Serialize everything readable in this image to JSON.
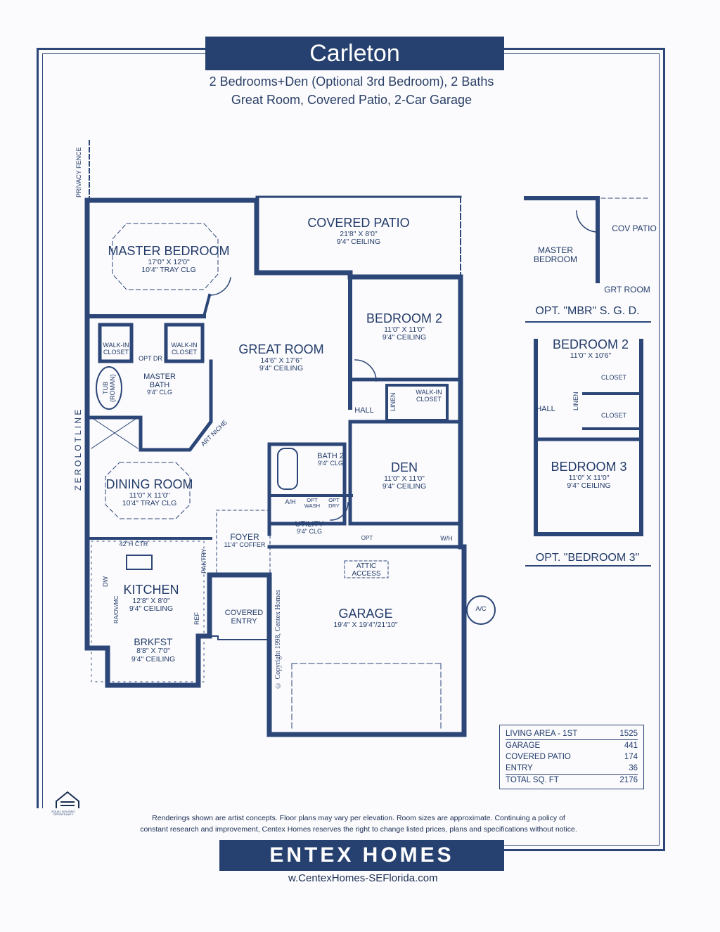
{
  "title": "Carleton",
  "subtitle_line1": "2 Bedrooms+Den (Optional 3rd Bedroom), 2 Baths",
  "subtitle_line2": "Great Room, Covered Patio, 2-Car Garage",
  "side_labels": {
    "privacy_fence": "PRIVACY FENCE",
    "zero_lot_line": "Z E R O   L O T   L I N E",
    "copyright": "© Copyright 1998, Centex Homes"
  },
  "rooms": {
    "covered_patio": {
      "name": "COVERED PATIO",
      "dim": "21'8\" X 8'0\"",
      "ceiling": "9'4\" CEILING"
    },
    "master_bedroom": {
      "name": "MASTER BEDROOM",
      "dim": "17'0\" X 12'0\"",
      "ceiling": "10'4\" TRAY CLG"
    },
    "bedroom2": {
      "name": "BEDROOM 2",
      "dim": "11'0\" X 11'0\"",
      "ceiling": "9'4\" CEILING"
    },
    "great_room": {
      "name": "GREAT ROOM",
      "dim": "14'6\" X 17'6\"",
      "ceiling": "9'4\" CEILING"
    },
    "walk_in_closet_1": "WALK-IN CLOSET",
    "walk_in_closet_2": "WALK-IN CLOSET",
    "opt_dr": "OPT DR",
    "master_bath": {
      "name": "MASTER BATH",
      "ceiling": "9'4\" CLG"
    },
    "tub": "TUB (ROMAN)",
    "art_niche": "ART NICHE",
    "hall": "HALL",
    "linen": "LINEN",
    "walk_in_closet_3": "WALK-IN CLOSET",
    "bath2": {
      "name": "BATH 2",
      "ceiling": "9'4\" CLG"
    },
    "den": {
      "name": "DEN",
      "dim": "11'0\" X 11'0\"",
      "ceiling": "9'4\" CEILING"
    },
    "dining_room": {
      "name": "DINING ROOM",
      "dim": "11'0\" X 11'0\"",
      "ceiling": "10'4\" TRAY CLG"
    },
    "ah": "A/H",
    "opt_wash": "OPT WASH",
    "opt_dry": "OPT DRY",
    "utility": {
      "name": "UTILITY",
      "ceiling": "9'4\" CLG"
    },
    "foyer": {
      "name": "FOYER",
      "ceiling": "11'4\" COFFER"
    },
    "ctr": "42\"H CTR",
    "pantry": "PANTRY",
    "opt": "OPT",
    "wh": "W/H",
    "attic_access": "ATTIC ACCESS",
    "kitchen": {
      "name": "KITCHEN",
      "dim": "12'8\" X 8'0\"",
      "ceiling": "9'4\" CEILING"
    },
    "dw": "DW",
    "range": "RA/OV/MC",
    "ref": "REF",
    "covered_entry": "COVERED ENTRY",
    "garage": {
      "name": "GARAGE",
      "dim": "19'4\" X 19'4\"/21'10\""
    },
    "ac": "A/C",
    "brkfst": {
      "name": "BRKFST",
      "dim": "8'8\" X 7'0\"",
      "ceiling": "9'4\" CEILING"
    }
  },
  "opt_mbr": {
    "cov_patio": "COV PATIO",
    "master_bedroom": "MASTER BEDROOM",
    "grt_room": "GRT ROOM",
    "caption": "OPT. \"MBR\" S. G. D."
  },
  "opt_bedroom3": {
    "bedroom2": {
      "name": "BEDROOM 2",
      "dim": "11'0\" X 10'6\""
    },
    "closet1": "CLOSET",
    "closet2": "CLOSET",
    "hall": "HALL",
    "linen": "LINEN",
    "bedroom3": {
      "name": "BEDROOM 3",
      "dim": "11'0\" X 11'0\"",
      "ceiling": "9'4\" CEILING"
    },
    "caption": "OPT. \"BEDROOM 3\""
  },
  "area_table": [
    {
      "label": "LIVING AREA - 1ST",
      "value": "1525"
    },
    {
      "label": "GARAGE",
      "value": "441"
    },
    {
      "label": "COVERED PATIO",
      "value": "174"
    },
    {
      "label": "ENTRY",
      "value": "36"
    },
    {
      "label": "TOTAL SQ. FT",
      "value": "2176"
    }
  ],
  "disclaimer_line1": "Renderings shown are artist concepts. Floor plans may vary per elevation. Room sizes are approximate. Continuing a policy of",
  "disclaimer_line2": "constant research and improvement, Centex Homes reserves the right to change listed prices, plans and specifications without notice.",
  "brand": "ENTEX HOMES",
  "website": "w.CentexHomes-SEFlorida.com",
  "logo_caption": "EQUAL HOUSING OPPORTUNITY",
  "colors": {
    "ink": "#2b4677",
    "banner": "#26416f"
  }
}
